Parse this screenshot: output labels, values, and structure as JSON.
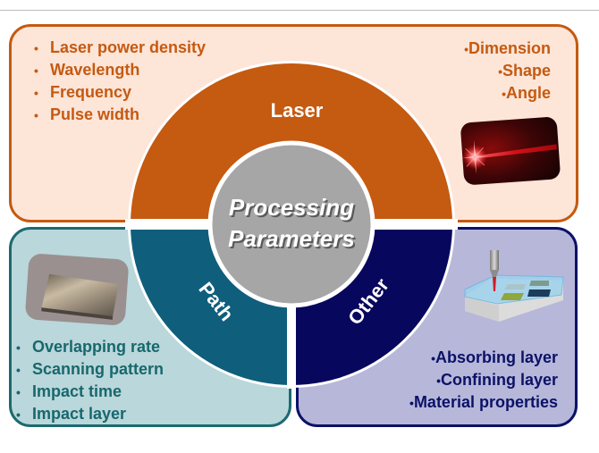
{
  "diagram": {
    "center": {
      "title_line1": "Processing",
      "title_line2": "Parameters",
      "color": "#a6a6a6"
    },
    "segments": [
      {
        "name": "Laser",
        "color": "#c55a11",
        "panel_fill": "#fde5d8",
        "items_left": [
          "Laser power density",
          "Wavelength",
          "Frequency",
          "Pulse width"
        ],
        "items_right": [
          "Dimension",
          "Shape",
          "Angle"
        ],
        "image": "laser-beam-photo"
      },
      {
        "name": "Path",
        "color": "#0f5e7c",
        "panel_fill": "#bad7db",
        "items": [
          "Overlapping rate",
          "Scanning pattern",
          "Impact time",
          "Impact layer"
        ],
        "image": "metal-plate-photo"
      },
      {
        "name": "Other",
        "color": "#07075e",
        "panel_fill": "#b7b7da",
        "items": [
          "Absorbing layer",
          "Confining layer",
          "Material properties"
        ],
        "image": "laser-processing-setup-illustration"
      }
    ],
    "bullet": "•"
  }
}
